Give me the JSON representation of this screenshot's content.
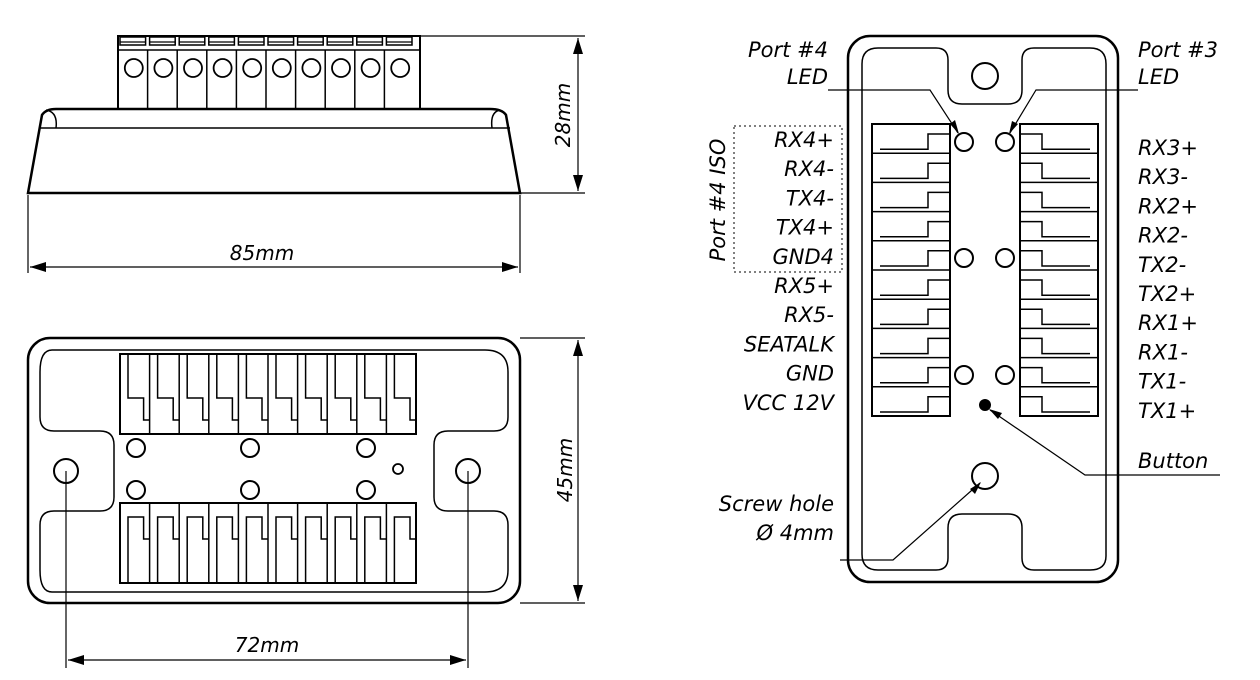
{
  "dimensions": {
    "width": "85mm",
    "height": "28mm",
    "depth": "45mm",
    "hole_spacing": "72mm"
  },
  "labels": {
    "port4_led_line1": "Port #4",
    "port4_led_line2": "LED",
    "port3_led_line1": "Port #3",
    "port3_led_line2": "LED",
    "port4_iso": "Port #4 ISO",
    "button": "Button",
    "screw_hole_line1": "Screw hole",
    "screw_hole_line2": "Ø 4mm"
  },
  "left_pins": [
    "RX4+",
    "RX4-",
    "TX4-",
    "TX4+",
    "GND4",
    "RX5+",
    "RX5-",
    "SEATALK",
    "GND",
    "VCC 12V"
  ],
  "right_pins": [
    "RX3+",
    "RX3-",
    "RX2+",
    "RX2-",
    "TX2-",
    "TX2+",
    "RX1+",
    "RX1-",
    "TX1-",
    "TX1+"
  ]
}
